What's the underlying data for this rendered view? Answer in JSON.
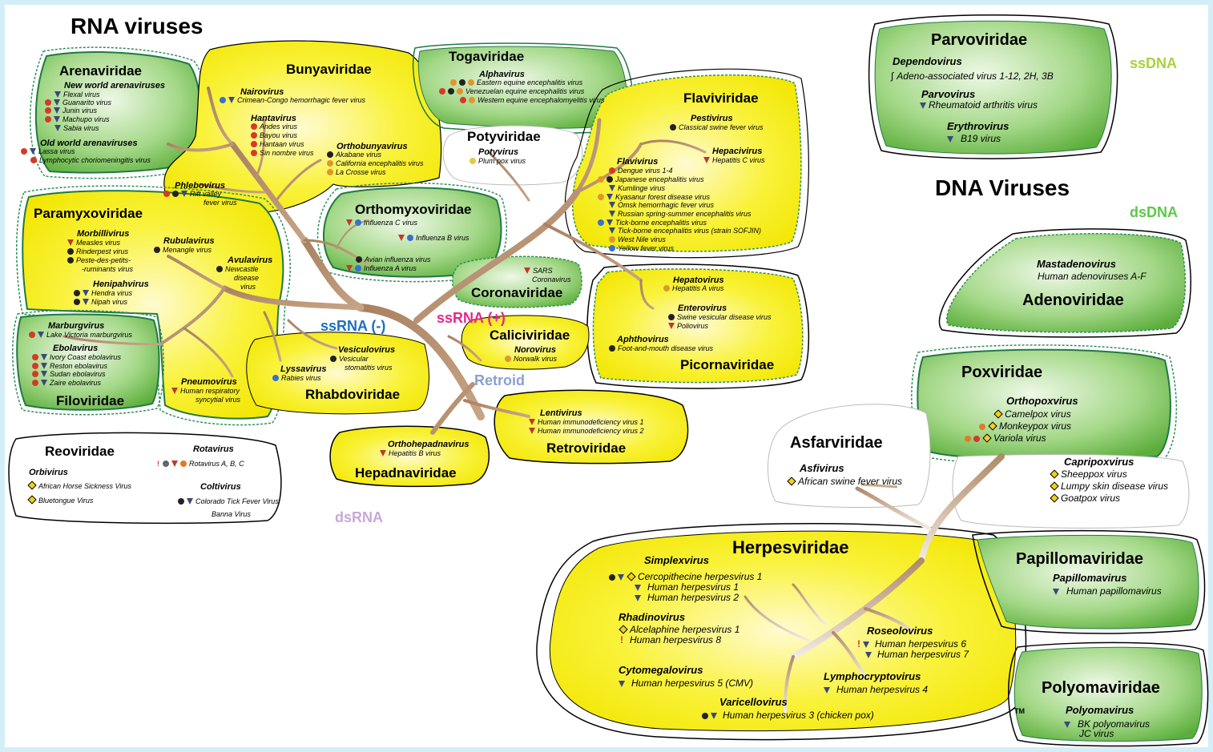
{
  "title_rna": "RNA viruses",
  "title_dna": "DNA Viruses",
  "groups": {
    "ssrna_neg": "ssRNA (-)",
    "ssrna_pos": "ssRNA (+)",
    "retroid": "Retroid",
    "dsrna": "dsRNA",
    "ssdna": "ssDNA",
    "dsdna": "dsDNA"
  },
  "colors": {
    "background": "#d4eef8",
    "yellow_fill": "#f5f000",
    "green_fill": "#7cc25a",
    "branch": "#b08a6a",
    "ssrna_neg": "#1e6fc0",
    "ssrna_pos": "#e3288a",
    "retroid": "#8aa0d0",
    "dsrna": "#c8a8d8",
    "dna_groups": "#7ccf3c"
  },
  "families": {
    "arenaviridae": {
      "name": "Arenaviridae",
      "new_world": "New world arenaviruses",
      "new_world_species": [
        "Flexal virus",
        "Guanarito virus",
        "Junin virus",
        "Machupo virus",
        "Sabia virus"
      ],
      "old_world": "Old world arenaviruses",
      "old_world_species": [
        "Lassa virus",
        "Lymphocytic choriomeningitis virus"
      ]
    },
    "bunyaviridae": {
      "name": "Bunyaviridae",
      "nairovirus": "Nairovirus",
      "nairovirus_species": [
        "Crimean-Congo hemorrhagic fever virus"
      ],
      "hantavirus": "Hantavirus",
      "hantavirus_species": [
        "Andes virus",
        "Bayou virus",
        "Hantaan virus",
        "Sin nombre virus"
      ],
      "orthobunyavirus": "Orthobunyavirus",
      "orthobunyavirus_species": [
        "Akabane virus",
        "California encephalitis virus",
        "La Crosse virus"
      ],
      "phlebovirus": "Phlebovirus",
      "phlebovirus_species": [
        "Rift valley",
        "fever virus"
      ]
    },
    "togaviridae": {
      "name": "Togaviridae",
      "alphavirus": "Alphavirus",
      "species": [
        "Eastern equine encephalitis virus",
        "Venezuelan equine encephalitis virus",
        "Western equine encephalomyelitis virus"
      ]
    },
    "potyviridae": {
      "name": "Potyviridae",
      "genus": "Potyvirus",
      "species": [
        "Plum pox virus"
      ]
    },
    "flaviviridae": {
      "name": "Flaviviridae",
      "pestivirus": "Pestivirus",
      "pestivirus_species": [
        "Classical swine fever virus"
      ],
      "hepacivirus": "Hepacivirus",
      "hepacivirus_species": [
        "Hepatitis C virus"
      ],
      "flavivirus": "Flavivirus",
      "flavivirus_species": [
        "Dengue virus 1-4",
        "Japanese encephalitis virus",
        "Kumlinge virus",
        "Kyasanur forest disease virus",
        "Omsk hemorrhagic fever virus",
        "Russian spring-summer encephalitis virus",
        "Tick-borne encephalitis virus",
        "Tick-borne encephalitis virus (strain SOFJIN)",
        "West Nile virus",
        "Yellow fever virus"
      ]
    },
    "paramyxoviridae": {
      "name": "Paramyxoviridae",
      "morbillivirus": "Morbillivirus",
      "morbillivirus_species": [
        "Measles virus",
        "Rinderpest virus",
        "Peste-des-petits-",
        "-ruminants virus"
      ],
      "rubulavirus": "Rubulavirus",
      "rubulavirus_species": [
        "Menangle virus"
      ],
      "avulavirus": "Avulavirus",
      "avulavirus_species": [
        "Newcastle",
        "disease",
        "virus"
      ],
      "henipahvirus": "Henipahvirus",
      "henipahvirus_species": [
        "Hendra virus",
        "Nipah virus"
      ],
      "pneumovirus": "Pneumovirus",
      "pneumovirus_species": [
        "Human respiratory",
        "syncytial virus"
      ]
    },
    "orthomyxoviridae": {
      "name": "Orthomyxoviridae",
      "species": [
        "Influenza C virus",
        "Influenza B virus",
        "Avian influenza virus",
        "Influenza A virus"
      ]
    },
    "coronaviridae": {
      "name": "Coronaviridae",
      "species": [
        "SARS",
        "Coronavirus"
      ]
    },
    "picornaviridae": {
      "name": "Picornaviridae",
      "hepatovirus": "Hepatovirus",
      "hepatovirus_species": [
        "Hepatitis A virus"
      ],
      "enterovirus": "Enterovirus",
      "enterovirus_species": [
        "Swine vesicular disease virus",
        "Poliovirus"
      ],
      "aphthovirus": "Aphthovirus",
      "aphthovirus_species": [
        "Foot-and-mouth disease virus"
      ]
    },
    "filoviridae": {
      "name": "Filoviridae",
      "marburgvirus": "Marburgvirus",
      "marburgvirus_species": [
        "Lake Victoria marburgvirus"
      ],
      "ebolavirus": "Ebolavirus",
      "ebolavirus_species": [
        "Ivory Coast ebolavirus",
        "Reston ebolavirus",
        "Sudan ebolavirus",
        "Zaire ebolavirus"
      ]
    },
    "rhabdoviridae": {
      "name": "Rhabdoviridae",
      "vesiculovirus": "Vesiculovirus",
      "vesiculovirus_species": [
        "Vesicular",
        "stomatitis virus"
      ],
      "lyssavirus": "Lyssavirus",
      "lyssavirus_species": [
        "Rabies virus"
      ]
    },
    "caliciviridae": {
      "name": "Caliciviridae",
      "genus": "Norovirus",
      "species": [
        "Norwalk virus"
      ]
    },
    "retroviridae": {
      "name": "Retroviridae",
      "genus": "Lentivirus",
      "species": [
        "Human immunodeficiency virus 1",
        "Human immunodeficiency virus 2"
      ]
    },
    "hepadnaviridae": {
      "name": "Hepadnaviridae",
      "genus": "Orthohepadnavirus",
      "species": [
        "Hepatitis B virus"
      ]
    },
    "reoviridae": {
      "name": "Reoviridae",
      "orbivirus": "Orbivirus",
      "orbivirus_species": [
        "African Horse Sickness Virus",
        "Bluetongue Virus"
      ],
      "rotavirus": "Rotavirus",
      "rotavirus_species": [
        "Rotavirus A, B, C"
      ],
      "coltivirus": "Coltivirus",
      "coltivirus_species": [
        "Colorado Tick Fever Virus",
        "Banna Virus"
      ]
    },
    "parvoviridae": {
      "name": "Parvoviridae",
      "dependovirus": "Dependovirus",
      "dependovirus_species": [
        "Adeno-associated virus 1-12, 2H, 3B"
      ],
      "parvovirus": "Parvovirus",
      "parvovirus_species": [
        "Rheumatoid arthritis virus"
      ],
      "erythrovirus": "Erythrovirus",
      "erythrovirus_species": [
        "B19 virus"
      ]
    },
    "adenoviridae": {
      "name": "Adenoviridae",
      "genus": "Mastadenovirus",
      "species": [
        "Human adenoviruses A-F"
      ]
    },
    "poxviridae": {
      "name": "Poxviridae",
      "orthopoxvirus": "Orthopoxvirus",
      "orthopoxvirus_species": [
        "Camelpox virus",
        "Monkeypox virus",
        "Variola virus"
      ],
      "capripoxvirus": "Capripoxvirus",
      "capripoxvirus_species": [
        "Sheeppox virus",
        "Lumpy skin disease virus",
        "Goatpox virus"
      ]
    },
    "asfarviridae": {
      "name": "Asfarviridae",
      "genus": "Asfivirus",
      "species": [
        "African swine fever virus"
      ]
    },
    "herpesviridae": {
      "name": "Herpesviridae",
      "simplexvirus": "Simplexvirus",
      "simplexvirus_species": [
        "Cercopithecine herpesvirus 1",
        "Human herpesvirus 1",
        "Human herpesvirus 2"
      ],
      "rhadinovirus": "Rhadinovirus",
      "rhadinovirus_species": [
        "Alcelaphine herpesvirus 1",
        "Human herpesvirus 8"
      ],
      "cytomegalovirus": "Cytomegalovirus",
      "cytomegalovirus_species": [
        "Human herpesvirus 5 (CMV)"
      ],
      "varicellovirus": "Varicellovirus",
      "varicellovirus_species": [
        "Human herpesvirus 3 (chicken pox)"
      ],
      "roseolovirus": "Roseolovirus",
      "roseolovirus_species": [
        "Human herpesvirus 6",
        "Human herpesvirus 7"
      ],
      "lymphocryptovirus": "Lymphocryptovirus",
      "lymphocryptovirus_species": [
        "Human herpesvirus 4"
      ]
    },
    "papillomaviridae": {
      "name": "Papillomaviridae",
      "genus": "Papillomavirus",
      "species": [
        "Human papillomavirus"
      ]
    },
    "polyomaviridae": {
      "name": "Polyomaviridae",
      "genus": "Polyomavirus",
      "species": [
        "BK polyomavirus",
        "JC virus"
      ],
      "mark": "TM"
    }
  }
}
